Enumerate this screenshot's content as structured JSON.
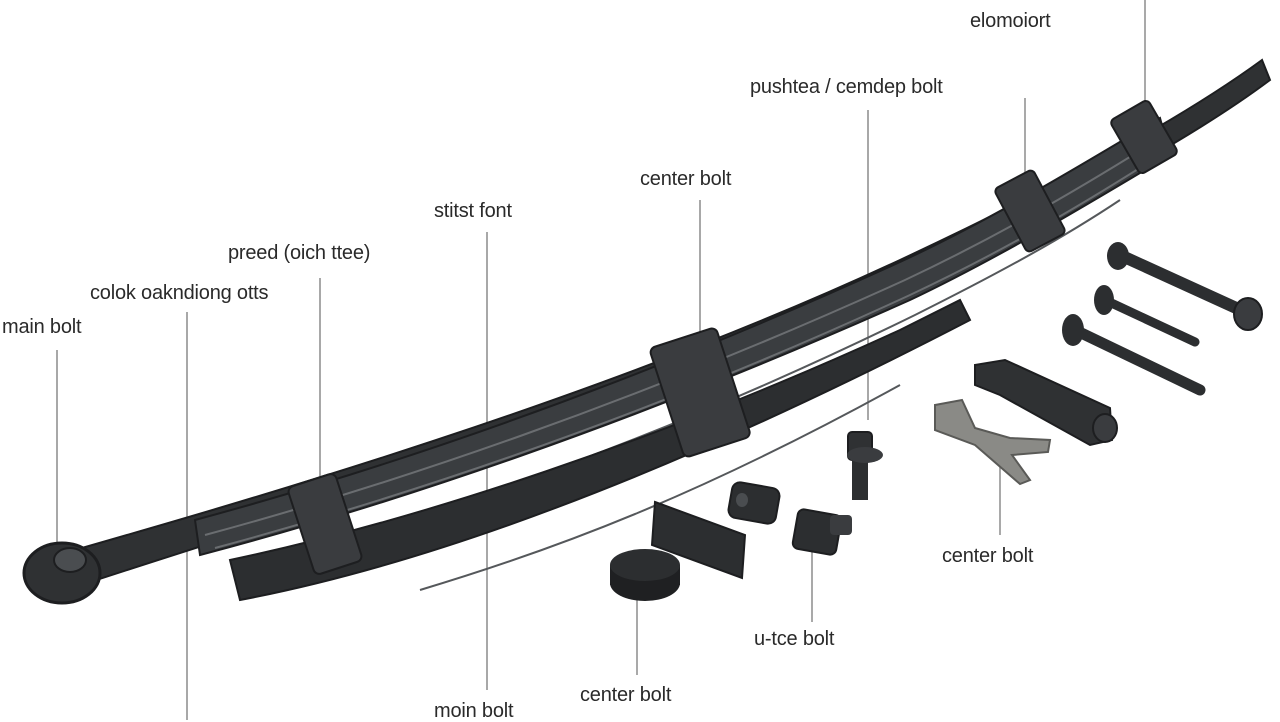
{
  "labels": {
    "top_right": "elomoiort",
    "pushtea": "pushtea / cemdep bolt",
    "center_bolt_top": "center bolt",
    "stitst_font": "stitst font",
    "preed": "preed (oich ttee)",
    "colok": "colok oakndiong otts",
    "main_bolt_left": "main bolt",
    "center_bolt_right": "center bolt",
    "u_tce_bolt": "u-tce bolt",
    "center_bolt_bottom": "center bolt",
    "main_bolt_bottom": "moin bolt"
  },
  "colors": {
    "leaf_dark": "#2f3133",
    "leaf_mid": "#4a4d50",
    "leaf_edge": "#1d1e20",
    "clamp": "#3a3c3f",
    "bracket_metal": "#8a8a86",
    "leader_line": "#8c8c8c"
  }
}
